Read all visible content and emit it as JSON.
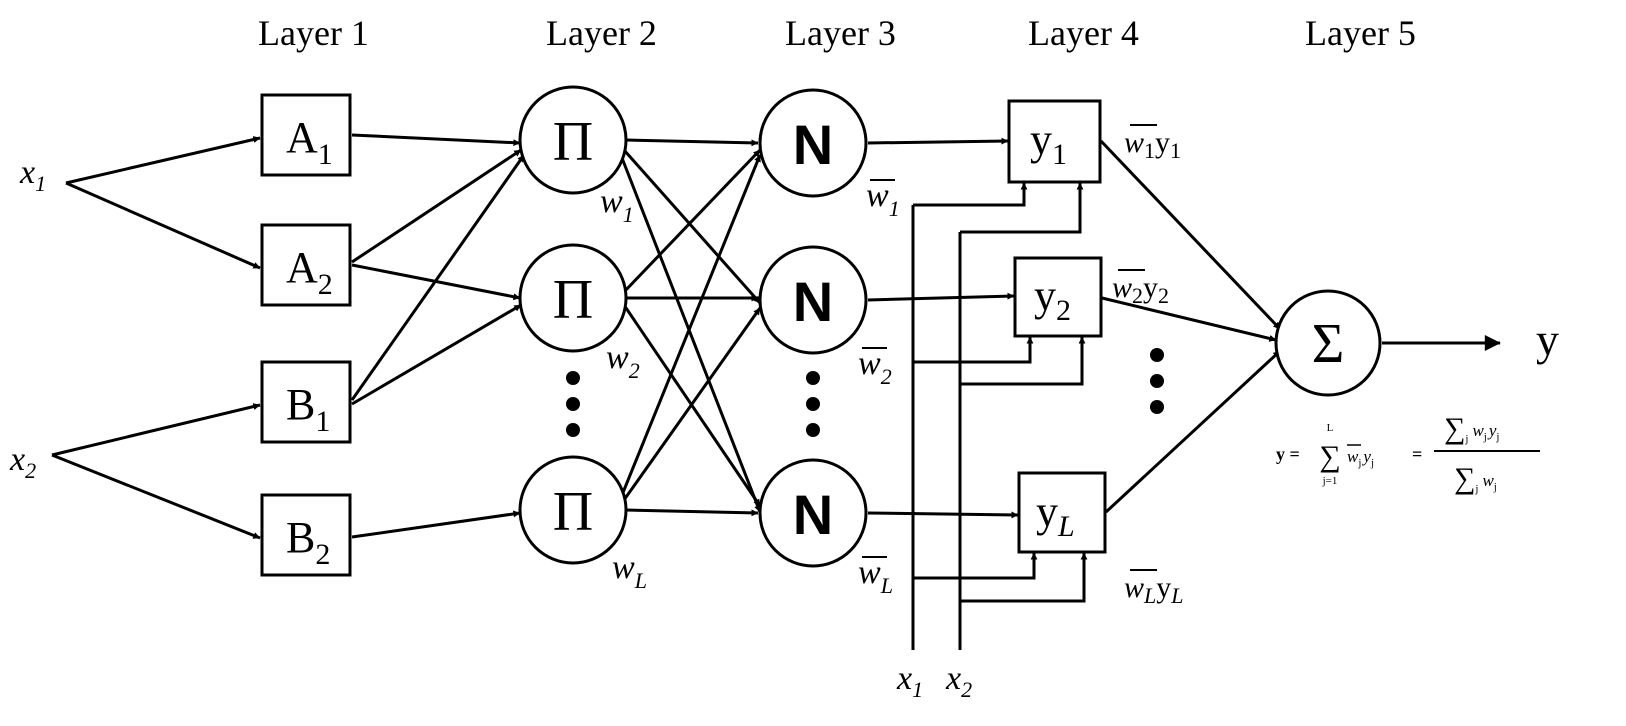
{
  "layers": [
    {
      "label": "Layer 1"
    },
    {
      "label": "Layer 2"
    },
    {
      "label": "Layer 3"
    },
    {
      "label": "Layer 4"
    },
    {
      "label": "Layer 5"
    }
  ],
  "inputs": {
    "x1": {
      "var": "x",
      "sub": "1"
    },
    "x2": {
      "var": "x",
      "sub": "2"
    }
  },
  "membership": [
    {
      "main": "A",
      "sub": "1"
    },
    {
      "main": "A",
      "sub": "2"
    },
    {
      "main": "B",
      "sub": "1"
    },
    {
      "main": "B",
      "sub": "2"
    }
  ],
  "product_nodes": [
    {
      "symbol": "Π",
      "weight": "w",
      "sub": "1"
    },
    {
      "symbol": "Π",
      "weight": "w",
      "sub": "2"
    },
    {
      "symbol": "Π",
      "weight": "w",
      "sub": "L"
    }
  ],
  "norm_nodes": [
    {
      "symbol": "N",
      "weight": "w",
      "sub": "1"
    },
    {
      "symbol": "N",
      "weight": "w",
      "sub": "2"
    },
    {
      "symbol": "N",
      "weight": "w",
      "sub": "L"
    }
  ],
  "consequent": [
    {
      "main": "y",
      "sub": "1",
      "out_w": "w",
      "out_wsub": "1",
      "out_y": "y",
      "out_ysub": "1"
    },
    {
      "main": "y",
      "sub": "2",
      "out_w": "w",
      "out_wsub": "2",
      "out_y": "y",
      "out_ysub": "2"
    },
    {
      "main": "y",
      "sub": "L",
      "out_w": "w",
      "out_wsub": "L",
      "out_y": "y",
      "out_ysub": "L"
    }
  ],
  "bottom_inputs": {
    "x1": {
      "var": "x",
      "sub": "1"
    },
    "x2": {
      "var": "x",
      "sub": "2"
    }
  },
  "sum_node": {
    "symbol": "Σ"
  },
  "output": {
    "label": "y"
  },
  "formula": {
    "lhs": "y =",
    "sum_symbol": "∑",
    "sum_upper": "L",
    "sum_lower": "j=1",
    "term": "w",
    "term_sub": "j",
    "term_y": "y",
    "term_ysub": "j",
    "equals": "=",
    "num_sigma": "∑",
    "num_sub": "j",
    "num_w": "w",
    "num_wsub": "j",
    "num_y": "y",
    "num_ysub": "j",
    "den_sigma": "∑",
    "den_sub": "j",
    "den_w": "w",
    "den_wsub": "j"
  }
}
